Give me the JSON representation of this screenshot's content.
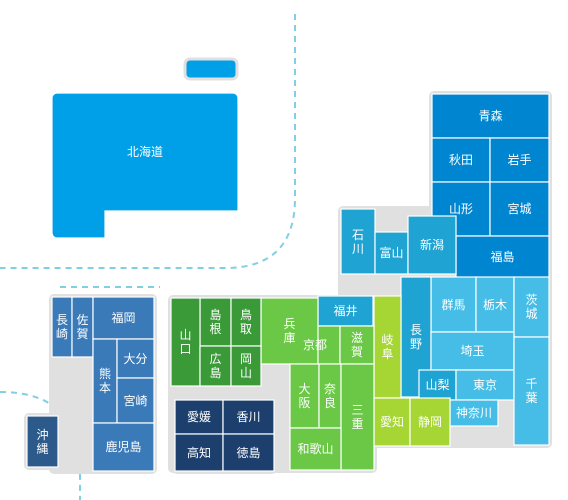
{
  "colors": {
    "hokkaido_tohoku": "#00a0e9",
    "tohoku": "#0086d1",
    "hokuriku": "#1ea3d3",
    "kanto": "#45bde6",
    "chubu": "#a5d633",
    "kinki": "#6ac846",
    "chugoku": "#3a9a38",
    "kyushu": "#3a7ab8",
    "shikoku": "#1d3f6e",
    "okinawa": "#2c5a8a",
    "border": "#e0e0e0",
    "dash": "#7fd0e3"
  },
  "labels": {
    "hokkaido": "北海道",
    "aomori": "青森",
    "akita": "秋田",
    "iwate": "岩手",
    "yamagata": "山形",
    "miyagi": "宮城",
    "fukushima": "福島",
    "ishikawa": "石\n川",
    "toyama": "富山",
    "niigata": "新潟",
    "gunma": "群馬",
    "tochigi": "栃木",
    "ibaraki": "茨\n城",
    "nagano": "長\n野",
    "saitama": "埼玉",
    "yamanashi": "山梨",
    "tokyo": "東京",
    "chiba": "千\n葉",
    "kanagawa": "神奈川",
    "fukui": "福井",
    "gifu": "岐\n阜",
    "aichi": "愛知",
    "shizuoka": "静岡",
    "kyoto": "京都",
    "shiga": "滋\n賀",
    "hyogo": "兵\n庫",
    "osaka": "大\n阪",
    "nara": "奈\n良",
    "mie": "三\n重",
    "wakayama": "和歌山",
    "shimane": "島\n根",
    "tottori": "鳥\n取",
    "yamaguchi": "山\n口",
    "hiroshima": "広\n島",
    "okayama": "岡\n山",
    "nagasaki": "長\n崎",
    "saga": "佐\n賀",
    "fukuoka": "福岡",
    "kumamoto": "熊\n本",
    "oita": "大分",
    "miyazaki": "宮崎",
    "kagoshima": "鹿児島",
    "ehime": "愛媛",
    "kagawa": "香川",
    "kochi": "高知",
    "tokushima": "徳島",
    "okinawa": "沖\n縄"
  }
}
